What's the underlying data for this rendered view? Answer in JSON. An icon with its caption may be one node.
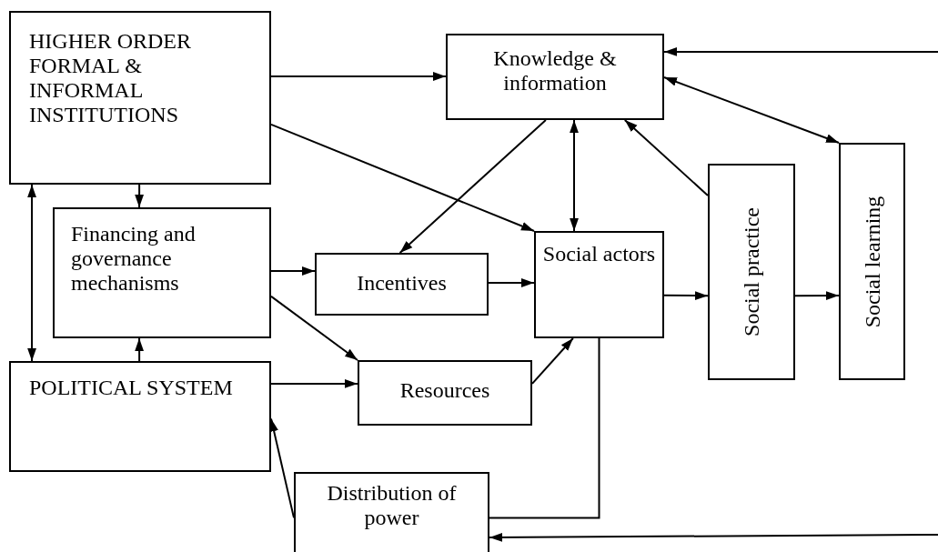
{
  "diagram": {
    "nodes": [
      {
        "text": [
          "HIGHER ORDER FORMAL & INFORMAL INSTITUTIONS"
        ]
      },
      {
        "text": [
          "Knowledge & information"
        ]
      },
      {
        "text": [
          "Financing and governance mechanisms"
        ]
      },
      {
        "text": [
          "Incentives"
        ]
      },
      {
        "text": [
          "Social actors"
        ]
      },
      {
        "text": [
          "Social practice"
        ]
      },
      {
        "text": [
          "Social learning"
        ]
      },
      {
        "text": [
          "POLITICAL SYSTEM"
        ]
      },
      {
        "text": [
          "Resources"
        ]
      },
      {
        "text": [
          "Distribution of power"
        ]
      }
    ],
    "edges": [
      {
        "from": 0,
        "to": 1,
        "arrow": "to"
      },
      {
        "from": 0,
        "to": 4,
        "arrow": "to"
      },
      {
        "from": 1,
        "to": 3,
        "arrow": "to"
      },
      {
        "from": 1,
        "to": 4,
        "arrow": "both"
      },
      {
        "from": 5,
        "to": 1,
        "arrow": "to"
      },
      {
        "from": 1,
        "to": 6,
        "arrow": "both"
      },
      {
        "from": null,
        "to": 1,
        "arrow": "to"
      },
      {
        "from": 0,
        "to": 2,
        "arrow": "to"
      },
      {
        "from": 7,
        "to": 0,
        "arrow": "both"
      },
      {
        "from": 7,
        "to": 2,
        "arrow": "to"
      },
      {
        "from": 2,
        "to": 3,
        "arrow": "to"
      },
      {
        "from": 2,
        "to": 8,
        "arrow": "to"
      },
      {
        "from": 3,
        "to": 4,
        "arrow": "to"
      },
      {
        "from": 8,
        "to": 4,
        "arrow": "to"
      },
      {
        "from": 4,
        "to": 5,
        "arrow": "to"
      },
      {
        "from": 5,
        "to": 6,
        "arrow": "to"
      },
      {
        "from": 7,
        "to": 8,
        "arrow": "to"
      },
      {
        "from": 9,
        "to": 7,
        "arrow": "to"
      },
      {
        "from": 4,
        "to": 9,
        "arrow": "none"
      },
      {
        "from": null,
        "to": 9,
        "arrow": "to"
      }
    ]
  }
}
